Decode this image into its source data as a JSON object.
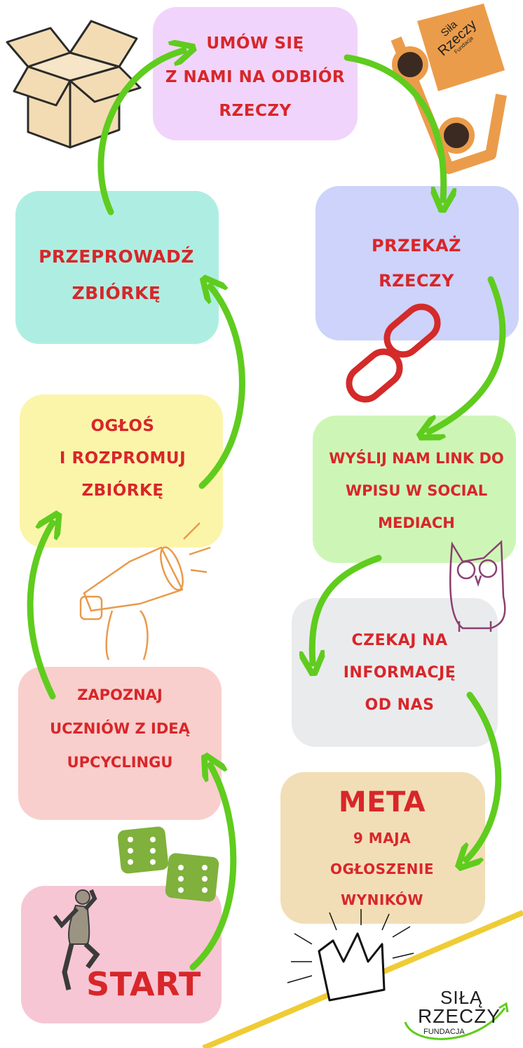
{
  "colors": {
    "text": "#d8262a",
    "arrow": "#5fcc1e",
    "pink": "#f7c6d4",
    "red_soft": "#f8cfcc",
    "yellow": "#fbf5aa",
    "teal": "#aeeee2",
    "violet": "#f1d4fb",
    "blue": "#cdd3fa",
    "green": "#cdf6b6",
    "grey": "#eaebed",
    "beige": "#f1deb7",
    "gold_line": "#efcc34"
  },
  "steps": {
    "start": {
      "label": "START"
    },
    "zapoznaj": {
      "lines": [
        "ZAPOZNAJ",
        "UCZNIÓW Z IDEĄ",
        "UPCYCLINGU"
      ]
    },
    "oglos": {
      "lines": [
        "OGŁOŚ",
        "I ROZPROMUJ",
        "ZBIÓRKĘ"
      ]
    },
    "przeprowadz": {
      "lines": [
        "PRZEPROWADŹ",
        "ZBIÓRKĘ"
      ]
    },
    "umow": {
      "lines": [
        "UMÓW SIĘ",
        "Z NAMI NA ODBIÓR",
        "RZECZY"
      ]
    },
    "przekaz": {
      "lines": [
        "PRZEKAŻ",
        "RZECZY"
      ]
    },
    "wyslij": {
      "lines": [
        "WYŚLIJ NAM LINK DO",
        "WPISU W SOCIAL",
        "MEDIACH"
      ]
    },
    "czekaj": {
      "lines": [
        "CZEKAJ NA",
        "INFORMACJĘ",
        "OD NAS"
      ]
    },
    "meta": {
      "title": "META",
      "lines": [
        "9 MAJA",
        "OGŁOSZENIE",
        "WYNIKÓW"
      ]
    }
  },
  "logo": {
    "line1": "SIŁĄ",
    "line2": "RZECZY",
    "line3": "FUNDACJA"
  },
  "truck_logo": {
    "line1": "Siła",
    "line2": "Rzeczy",
    "line3": "Fundacja"
  }
}
